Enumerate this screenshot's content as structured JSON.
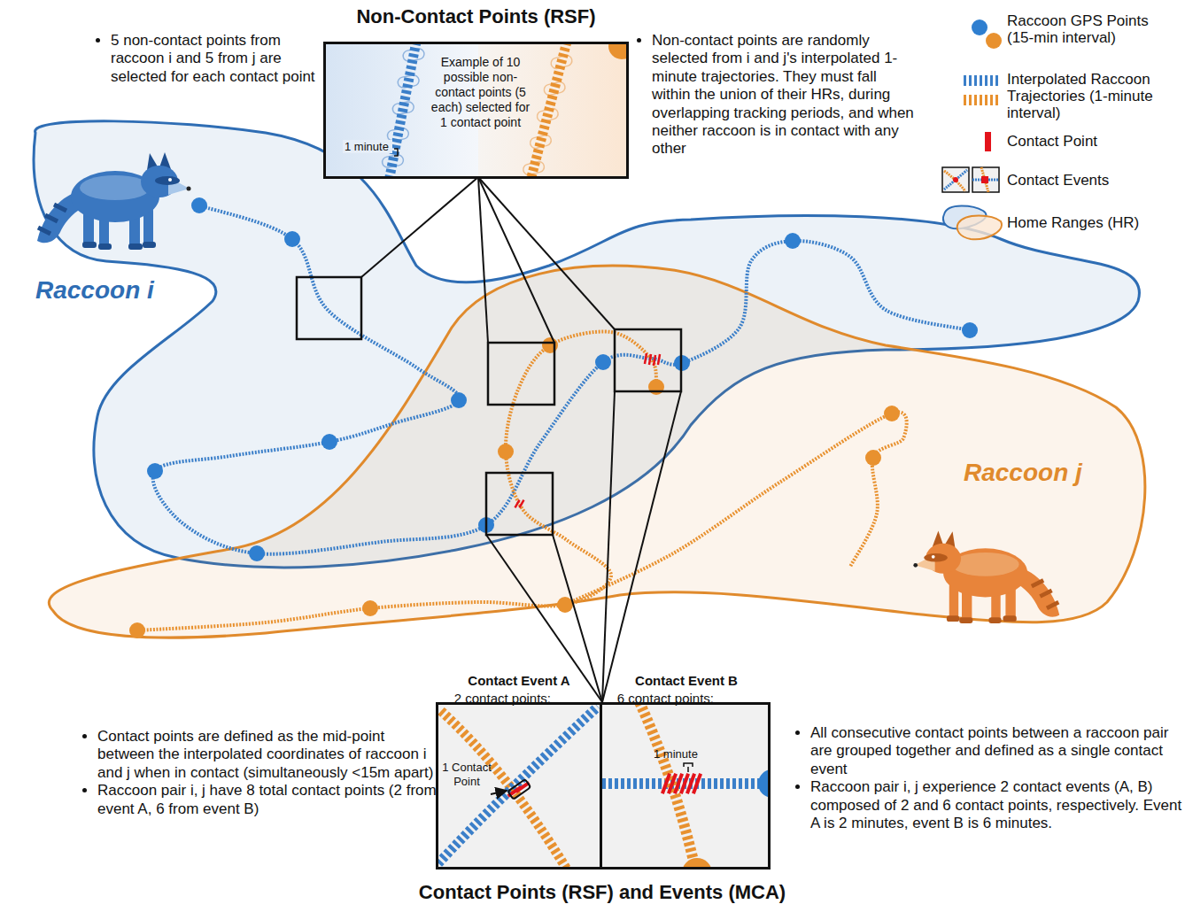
{
  "diagram": {
    "nodes": [
      {
        "text": [
          "Non-Contact Points (RSF)",
          "Example of 10 possible non-contact points (5 each) selected for 1 contact point",
          "1 minute"
        ]
      },
      {
        "text": [
          "Raccoon i"
        ]
      },
      {
        "text": [
          "Raccoon j"
        ]
      },
      {
        "text": [
          "Contact Points (RSF) and Events (MCA)"
        ]
      },
      {
        "text": [
          "Contact Event A",
          "2 contact points:",
          "1 Contact Point"
        ],
        "in": 3
      },
      {
        "text": [
          "Contact Event B",
          "6 contact points:",
          "1 minute"
        ],
        "in": 3
      }
    ],
    "labels": [
      "5 non-contact points from raccoon i and 5 from j are selected for each contact point",
      "Non-contact points are randomly selected from i and j's interpolated 1-minute trajectories. They must fall within the union of their HRs, during overlapping tracking periods, and when neither raccoon is in contact with any other",
      "Contact points are defined as the mid-point between the interpolated coordinates of raccoon i and j when in contact (simultaneously <15m apart)",
      "Raccoon pair i, j have 8 total contact points (2 from event A, 6 from event B)",
      "All consecutive contact points between a raccoon pair are grouped together and defined as a single contact event",
      "Raccoon pair i, j experience 2 contact events (A, B) composed of 2 and 6 contact points, respectively. Event A is 2 minutes, event B is 6 minutes."
    ],
    "legend": [
      {
        "text": "Raccoon GPS Points (15-min interval)"
      },
      {
        "text": "Interpolated Raccoon Trajectories (1-minute interval)"
      },
      {
        "text": "Contact Point",
        "color": "#e3131b"
      },
      {
        "text": "Contact Events"
      },
      {
        "text": "Home Ranges (HR)"
      }
    ]
  }
}
